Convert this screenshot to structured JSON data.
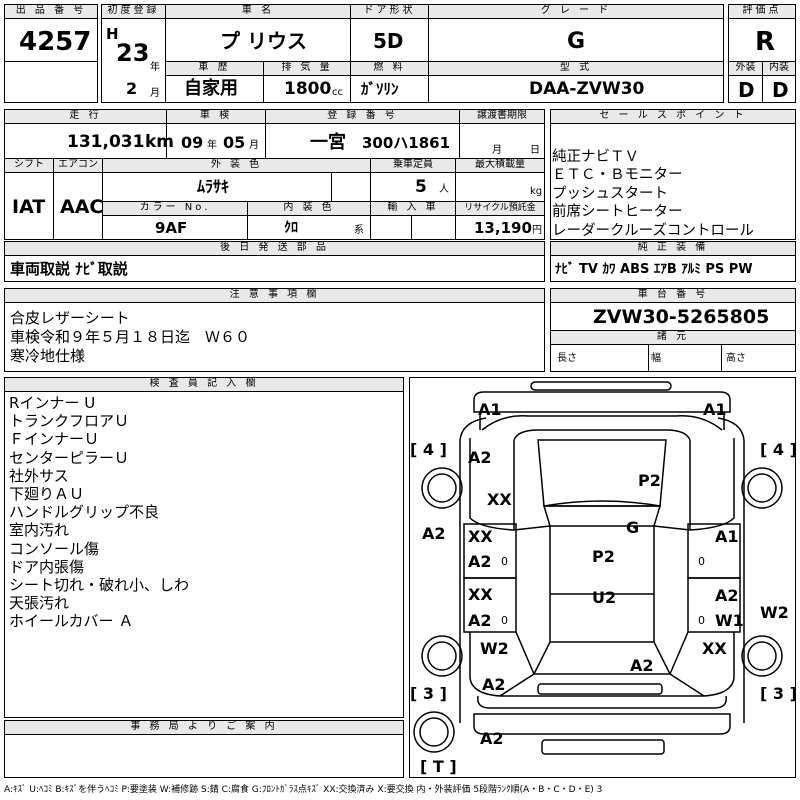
{
  "header": {
    "lot_label": "出 品 番 号",
    "lot_no": "4257",
    "reg_label": "初度登録",
    "era": "H",
    "year": "23",
    "year_unit": "年",
    "month": "2",
    "month_unit": "月",
    "name_label": "車 名",
    "name": "プ リウス",
    "door_label": "ドア形状",
    "door": "5D",
    "grade_label": "グ レ ー ド",
    "grade": "G",
    "score_label": "評価点",
    "score": "R",
    "ext_label": "外装",
    "ext": "D",
    "int_label": "内装",
    "int": "D",
    "history_label": "車 歴",
    "history": "自家用",
    "disp_label": "排 気 量",
    "disp": "1800",
    "disp_unit": "cc",
    "fuel_label": "燃 料",
    "fuel": "ｶﾞｿﾘﾝ",
    "model_label": "型 式",
    "model": "DAA-ZVW30"
  },
  "row2": {
    "mileage_label": "走 行",
    "mileage": "131,031",
    "mileage_unit": "km",
    "inspection_label": "車 検",
    "insp_year": "09",
    "insp_year_unit": "年",
    "insp_month": "05",
    "insp_month_unit": "月",
    "plate_label": "登 録 番 号",
    "plate_area": "一宮",
    "plate_no": "300ハ1861",
    "transfer_label": "譲渡書期限",
    "transfer_month_unit": "月",
    "transfer_day_unit": "日",
    "shift_label": "シフト",
    "shift": "IAT",
    "ac_label": "エアコン",
    "ac": "AAC",
    "color_label": "外 装 色",
    "color": "ﾑﾗｻｷ",
    "cap_label": "乗車定員",
    "cap": "5",
    "cap_unit": "人",
    "load_label": "最大積載量",
    "load_unit": "kg",
    "colorno_label": "カラー No.",
    "colorno": "9AF",
    "intcolor_label": "内 装 色",
    "intcolor": "ｸﾛ",
    "intcolor_unit": "系",
    "import_label": "輸 入 車",
    "recycle_label": "リサイクル預託金",
    "recycle": "13,190",
    "recycle_unit": "円"
  },
  "sales": {
    "label": "セ ー ル ス ポ イ ン ト",
    "points": "純正ナビＴＶ\nＥＴＣ・Ｂモニター\nプッシュスタート\n前席シートヒーター\nレーダークルーズコントロール"
  },
  "later": {
    "label": "後 日 発 送 部 品",
    "value": "車両取説 ﾅﾋﾞ取説"
  },
  "equip": {
    "label": "純 正 装 備",
    "value": "ﾅﾋﾞ TV ｶﾜ ABS ｴｱB ｱﾙﾐ PS PW"
  },
  "notes": {
    "label": "注 意 事 項 欄",
    "lines": "合皮レザーシート\n車検令和９年５月１８日迄　Ｗ６０\n寒冷地仕様"
  },
  "chassis": {
    "label": "車 台 番 号",
    "value": "ZVW30-5265805",
    "dims_label": "諸 元",
    "len_label": "長さ",
    "wid_label": "幅",
    "hgt_label": "高さ"
  },
  "inspector": {
    "label": "検 査 員 記 入 欄",
    "lines": "Rインナー U\nトランクフロアＵ\nＦインナーＵ\nセンターピラーＵ\n社外サス\n下廻りＡＵ\nハンドルグリップ不良\n室内汚れ\nコンソール傷\nドア内張傷\nシート切れ・破れ小、しわ\n天張汚れ\nホイールカバー Ａ"
  },
  "office": {
    "label": "事 務 局 よ り ご 案 内"
  },
  "diagram": {
    "tires": {
      "fl": "4",
      "fr": "4",
      "rl": "3",
      "rr": "3",
      "spare": "T"
    },
    "marks": {
      "m1": "A1",
      "m2": "A1",
      "m3": "A2",
      "m4": "XX",
      "m5": "P2",
      "m6": "G",
      "m7": "A2",
      "m8": "XX",
      "m9": "A2",
      "m10": "A1",
      "m11": "P2",
      "m12": "XX",
      "m13": "A2",
      "m14": "U2",
      "m15": "A2",
      "m16": "W1",
      "m17": "W2",
      "m18": "W2",
      "m19": "XX",
      "m20": "A2",
      "m21": "A2",
      "m22": "A2",
      "z1": "0",
      "z2": "0",
      "z3": "0",
      "z4": "0"
    }
  },
  "legend": "A:ｷｽﾞ U:ﾍｺﾐ B:ｷｽﾞを伴うﾍｺﾐ P:要塗装 W:補修跡 S:錆 C:腐食 G:ﾌﾛﾝﾄｶﾞﾗｽ点ｷｽﾞ XX:交換済み X:要交換  内・外装評価 5段階ﾗﾝｸ順(A・B・C・D・E) 3"
}
